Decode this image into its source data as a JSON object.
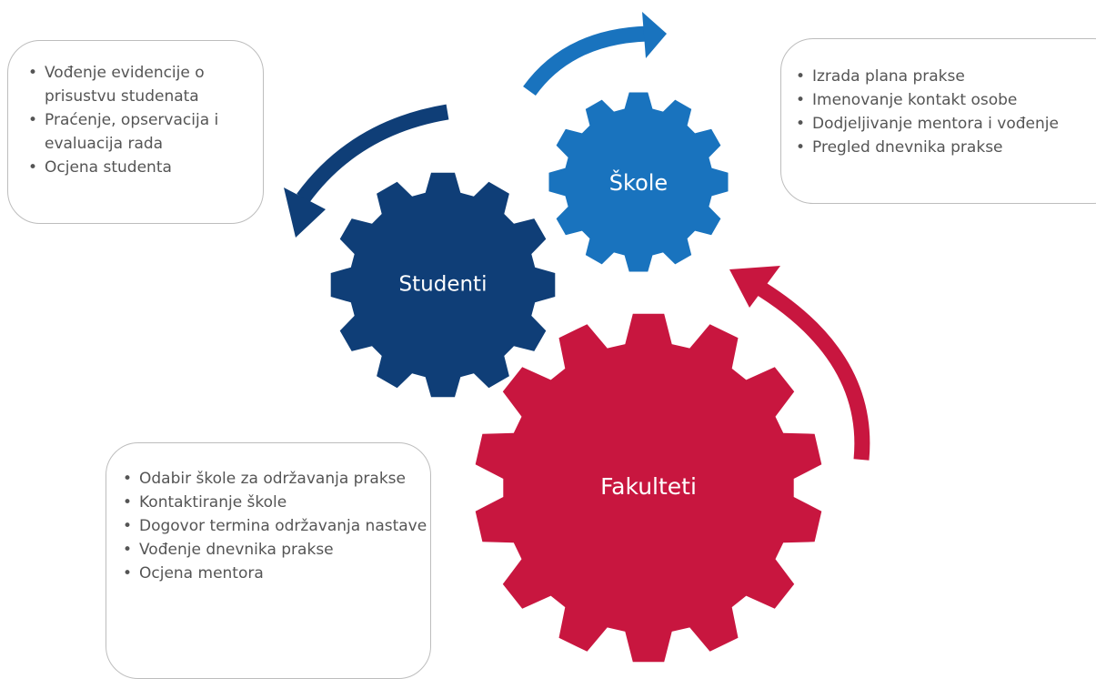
{
  "colors": {
    "studenti": "#0f3e77",
    "skole": "#1973be",
    "fakulteti": "#c8163f"
  },
  "gears": {
    "studenti": {
      "label": "Studenti"
    },
    "skole": {
      "label": "Škole"
    },
    "fakulteti": {
      "label": "Fakulteti"
    }
  },
  "callouts": {
    "studenti": {
      "items": [
        "Vođenje evidencije o prisustvu studenata",
        "Praćenje, opservacija i evaluacija rada",
        "Ocjena studenta"
      ]
    },
    "skole": {
      "items": [
        "Izrada plana prakse",
        "Imenovanje kontakt osobe",
        "Dodjeljivanje mentora i vođenje",
        "Pregled dnevnika prakse"
      ]
    },
    "fakulteti": {
      "items": [
        "Odabir škole za  održavanja prakse",
        "Kontaktiranje škole",
        "Dogovor termina održavanja nastave",
        "Vođenje dnevnika prakse",
        "Ocjena mentora"
      ]
    }
  }
}
